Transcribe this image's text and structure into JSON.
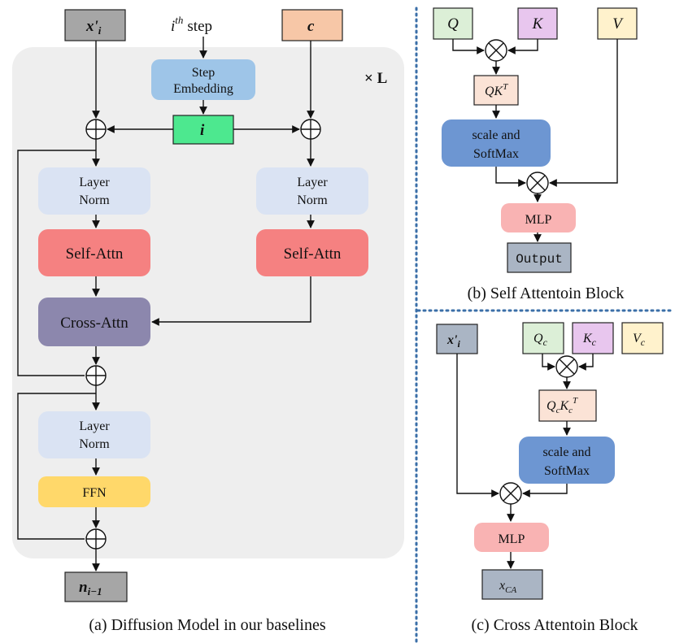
{
  "panel_a": {
    "caption": "(a) Diffusion Model in our baselines",
    "repeat": "× L",
    "step_label_sup": "th",
    "step_label_base": "i",
    "step_label_word": "step",
    "input_x": "x'",
    "input_x_sub": "i",
    "input_c": "c",
    "step_embedding": [
      "Step",
      "Embedding"
    ],
    "i_box": "i",
    "layer_norm": [
      "Layer",
      "Norm"
    ],
    "self_attn": "Self-Attn",
    "cross_attn": "Cross-Attn",
    "ffn": "FFN",
    "output_n": "n",
    "output_n_sub": "i−1"
  },
  "panel_b": {
    "caption": "(b) Self Attentoin Block",
    "q": "Q",
    "k": "K",
    "v": "V",
    "qk": "QK",
    "qk_sup": "T",
    "scale": [
      "scale and",
      "SoftMax"
    ],
    "mlp": "MLP",
    "output": "Output"
  },
  "panel_c": {
    "caption": "(c) Cross Attentoin Block",
    "x": "x'",
    "x_sub": "i",
    "qc": "Q",
    "kc": "K",
    "vc": "V",
    "c_sub": "c",
    "qckc_sup": "T",
    "scale": [
      "scale and",
      "SoftMax"
    ],
    "mlp": "MLP",
    "out": "x",
    "out_sub": "CA"
  },
  "colors": {
    "panel_bg": "#eeeeee",
    "input_grey": "#a6a6a6",
    "input_c": "#f7c7a7",
    "step_embedding": "#9ec5e8",
    "i_box": "#4de88f",
    "layer_norm": "#dae3f3",
    "self_attn": "#f58181",
    "cross_attn": "#8c87ad",
    "ffn": "#ffd86a",
    "q": "#dcefd7",
    "k": "#e8c6ee",
    "v": "#fff2cc",
    "qk": "#fbe3d6",
    "scale": "#6d96d2",
    "mlp": "#f9b3b3",
    "output": "#aab5c4",
    "divider": "#3b6fa8"
  }
}
